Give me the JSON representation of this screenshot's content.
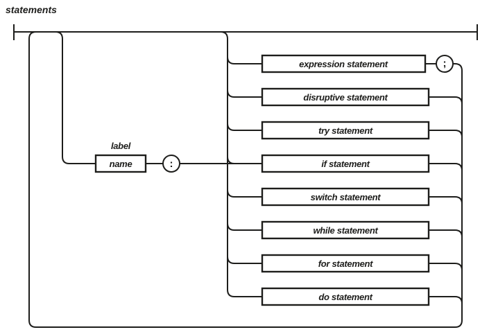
{
  "diagram": {
    "title": "statements",
    "colors": {
      "ink": "#1d1d1b",
      "background": "#ffffff"
    },
    "label_branch": {
      "annotation": "label",
      "name_box": "name",
      "colon": ":"
    },
    "alternatives": [
      {
        "label": "expression statement",
        "terminator": ";"
      },
      {
        "label": "disruptive statement"
      },
      {
        "label": "try statement"
      },
      {
        "label": "if statement"
      },
      {
        "label": "switch statement"
      },
      {
        "label": "while statement"
      },
      {
        "label": "for statement"
      },
      {
        "label": "do statement"
      }
    ]
  }
}
